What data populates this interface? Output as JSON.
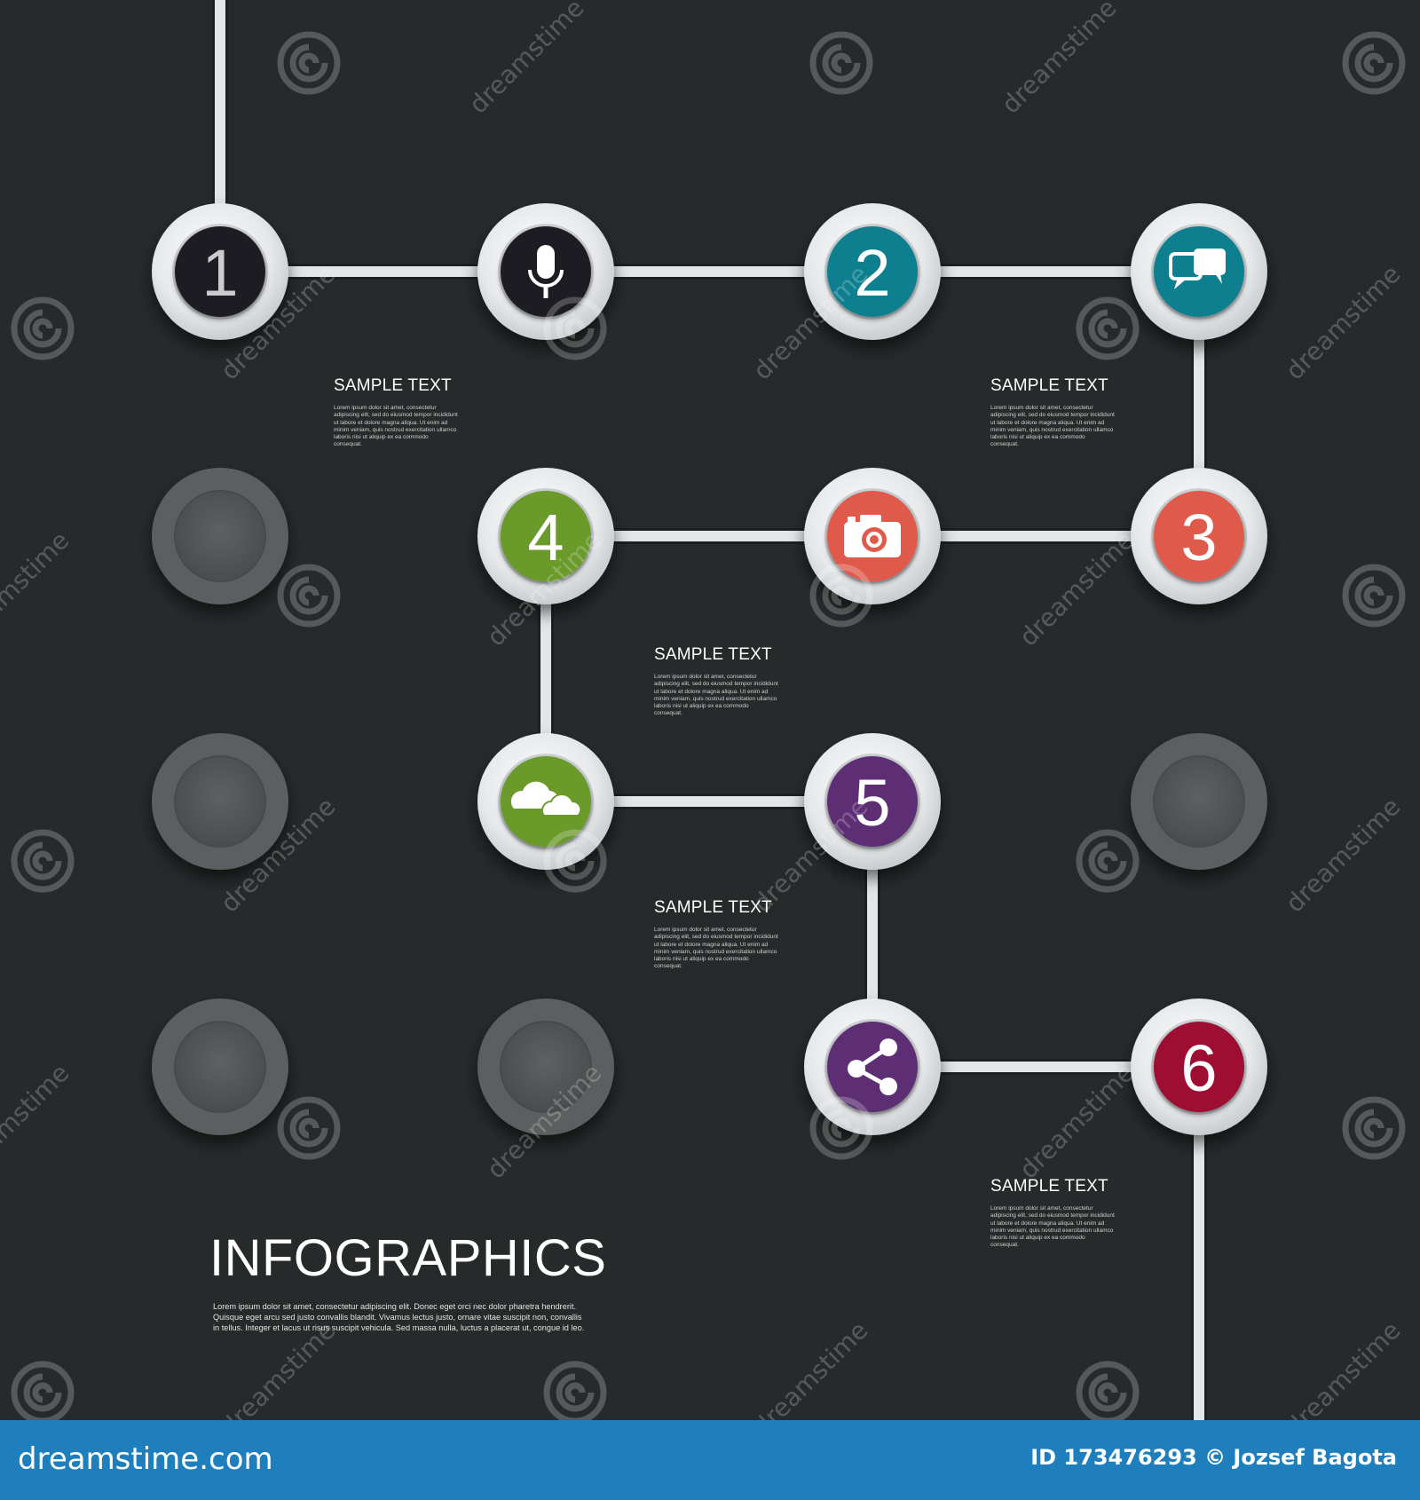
{
  "colors": {
    "background": "#262a2b",
    "connector": "#e3e6e8",
    "ring": "#e8eaec",
    "dark_step": "#1b1f20",
    "teal": "#0e7f8f",
    "coral": "#e05a4c",
    "green": "#6a9a2c",
    "purple": "#5d2f73",
    "crimson": "#9e1130",
    "inactive": "#5a5d5e",
    "footer": "#1f7fbd"
  },
  "steps": [
    {
      "label": "1",
      "kind": "number",
      "color": "#1b1f20"
    },
    {
      "label": "",
      "kind": "icon",
      "icon": "microphone-icon",
      "color": "#1b1f20"
    },
    {
      "label": "2",
      "kind": "number",
      "color": "#0e7f8f"
    },
    {
      "label": "",
      "kind": "icon",
      "icon": "chat-bubbles-icon",
      "color": "#0e7f8f"
    },
    {
      "label": "3",
      "kind": "number",
      "color": "#e05a4c"
    },
    {
      "label": "",
      "kind": "icon",
      "icon": "camera-icon",
      "color": "#e05a4c"
    },
    {
      "label": "4",
      "kind": "number",
      "color": "#6a9a2c"
    },
    {
      "label": "",
      "kind": "icon",
      "icon": "cloud-icon",
      "color": "#6a9a2c"
    },
    {
      "label": "5",
      "kind": "number",
      "color": "#5d2f73"
    },
    {
      "label": "",
      "kind": "icon",
      "icon": "share-icon",
      "color": "#5d2f73"
    },
    {
      "label": "6",
      "kind": "number",
      "color": "#9e1130"
    }
  ],
  "captions": [
    {
      "title": "SAMPLE TEXT",
      "body": "Lorem ipsum dolor sit amet, consectetur adipiscing elit, sed do eiusmod tempor incididunt ut labore et dolore magna aliqua. Ut enim ad minim veniam, quis nostrud exercitation ullamco laboris nisi ut aliquip ex ea commodo consequat."
    },
    {
      "title": "SAMPLE TEXT",
      "body": "Lorem ipsum dolor sit amet, consectetur adipiscing elit, sed do eiusmod tempor incididunt ut labore et dolore magna aliqua. Ut enim ad minim veniam, quis nostrud exercitation ullamco laboris nisi ut aliquip ex ea commodo consequat."
    },
    {
      "title": "SAMPLE TEXT",
      "body": "Lorem ipsum dolor sit amet, consectetur adipiscing elit, sed do eiusmod tempor incididunt ut labore et dolore magna aliqua. Ut enim ad minim veniam, quis nostrud exercitation ullamco laboris nisi ut aliquip ex ea commodo consequat."
    },
    {
      "title": "SAMPLE TEXT",
      "body": "Lorem ipsum dolor sit amet, consectetur adipiscing elit, sed do eiusmod tempor incididunt ut labore et dolore magna aliqua. Ut enim ad minim veniam, quis nostrud exercitation ullamco laboris nisi ut aliquip ex ea commodo consequat."
    },
    {
      "title": "SAMPLE TEXT",
      "body": "Lorem ipsum dolor sit amet, consectetur adipiscing elit, sed do eiusmod tempor incididunt ut labore et dolore magna aliqua. Ut enim ad minim veniam, quis nostrud exercitation ullamco laboris nisi ut aliquip ex ea commodo consequat."
    }
  ],
  "main": {
    "title": "INFOGRAPHICS",
    "body": "Lorem ipsum dolor sit amet, consectetur adipiscing elit. Donec eget orci nec dolor pharetra hendrerit. Quisque eget arcu sed justo convallis blandit. Vivamus lectus justo, ornare vitae suscipit non, convallis in tellus. Integer et lacus ut risus suscipit vehicula. Sed massa nulla, luctus a placerat ut, congue id leo."
  },
  "watermark": {
    "text": "dreamstime",
    "footer_site": "dreamstime.com",
    "footer_id": "ID 173476293 © Jozsef Bagota"
  }
}
